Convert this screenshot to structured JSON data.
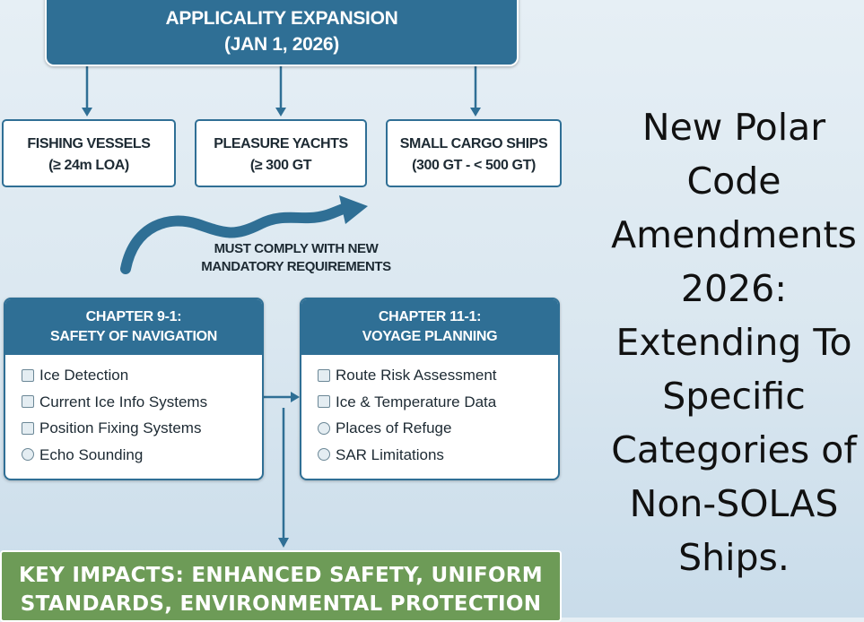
{
  "header": {
    "line1": "APPLICALITY EXPANSION",
    "line2": "(JAN 1, 2026)"
  },
  "categories": [
    {
      "name": "FISHING VESSELS",
      "criteria": "(≥ 24m LOA)"
    },
    {
      "name": "PLEASURE YACHTS",
      "criteria": "(≥ 300 GT"
    },
    {
      "name": "SMALL CARGO SHIPS",
      "criteria": "(300 GT - < 500 GT)"
    }
  ],
  "comply": {
    "line1": "MUST COMPLY WITH NEW",
    "line2": "MANDATORY REQUIREMENTS"
  },
  "chapters": [
    {
      "line1": "CHAPTER 9-1:",
      "line2": "SAFETY OF NAVIGATION",
      "items": [
        "Ice Detection",
        "Current Ice Info Systems",
        "Position Fixing Systems",
        "Echo Sounding"
      ]
    },
    {
      "line1": "CHAPTER 11-1:",
      "line2": "VOYAGE PLANNING",
      "items": [
        "Route Risk Assessment",
        "Ice & Temperature Data",
        "Places of Refuge",
        "SAR Limitations"
      ]
    }
  ],
  "impacts": {
    "line1": "KEY IMPACTS: ENHANCED SAFETY, UNIFORM",
    "line2": "STANDARDS, ENVIRONMENTAL PROTECTION"
  },
  "title": [
    "New Polar",
    "Code",
    "Amendments",
    "2026:",
    "Extending To",
    "Specific",
    "Categories of",
    "Non-SOLAS",
    "Ships."
  ],
  "colors": {
    "primary": "#2f6f95",
    "impact": "#6d9b57",
    "background": "#dde9f1"
  }
}
